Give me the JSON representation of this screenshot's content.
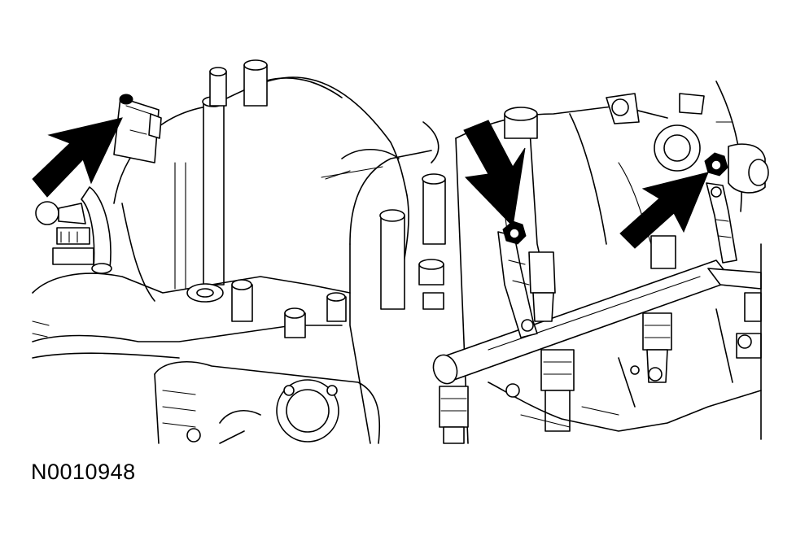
{
  "figure_id": "N0010948",
  "colors": {
    "line": "#000000",
    "background": "#ffffff"
  },
  "callouts": [
    {
      "name": "arrow-left",
      "icon": "solid-arrow-icon"
    },
    {
      "name": "arrow-center",
      "icon": "solid-arrow-icon"
    },
    {
      "name": "arrow-right",
      "icon": "solid-arrow-icon"
    }
  ]
}
